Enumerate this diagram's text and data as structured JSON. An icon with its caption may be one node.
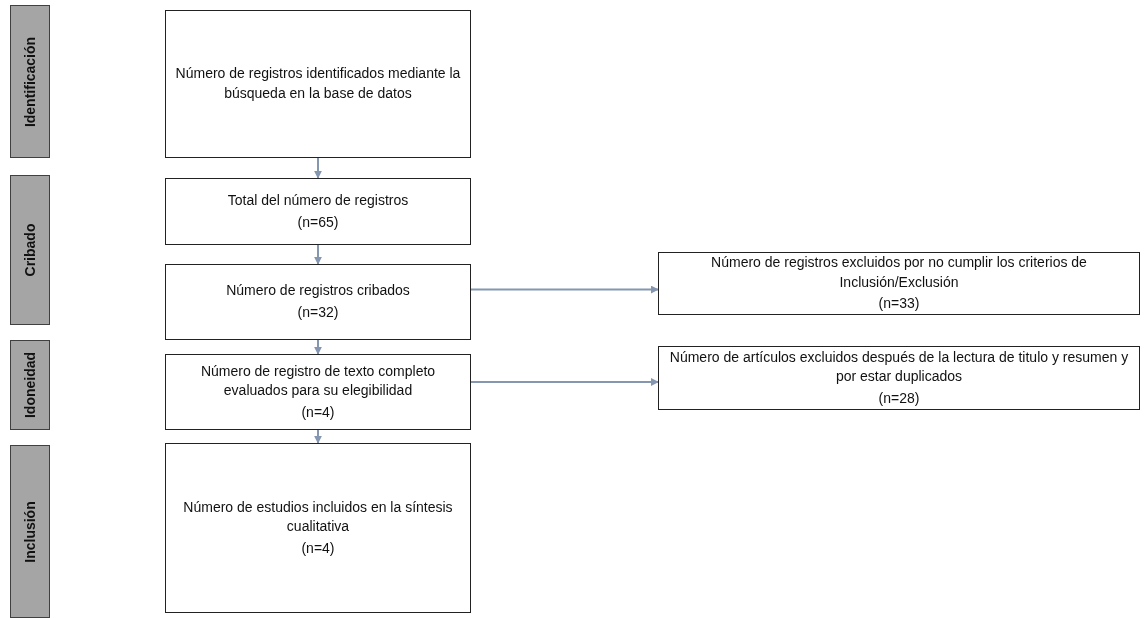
{
  "diagram": {
    "nodes": [
      {
        "text": [
          "Identificación"
        ]
      },
      {
        "text": [
          "Número de registros identificados mediante la búsqueda en la base de datos"
        ]
      },
      {
        "text": [
          "Cribado"
        ]
      },
      {
        "text": [
          "Total del número de registros",
          "(n=65)"
        ]
      },
      {
        "text": [
          "Número de registros cribados",
          "(n=32)"
        ]
      },
      {
        "text": [
          "Número de registros excluidos por no cumplir los criterios de Inclusión/Exclusión",
          "(n=33)"
        ]
      },
      {
        "text": [
          "Idoneidad"
        ]
      },
      {
        "text": [
          "Número de registro de texto completo evaluados para su elegibilidad",
          "(n=4)"
        ]
      },
      {
        "text": [
          "Número de artículos excluidos después de la lectura de titulo y resumen y por estar duplicados",
          "(n=28)"
        ]
      },
      {
        "text": [
          "Inclusión"
        ]
      },
      {
        "text": [
          "Número de estudios incluidos en la síntesis cualitativa",
          "(n=4)"
        ]
      }
    ],
    "edges": [
      {
        "from": 1,
        "to": 3,
        "arrow": "to"
      },
      {
        "from": 3,
        "to": 4,
        "arrow": "to"
      },
      {
        "from": 4,
        "to": 5,
        "arrow": "to"
      },
      {
        "from": 4,
        "to": 7,
        "arrow": "to"
      },
      {
        "from": 7,
        "to": 8,
        "arrow": "to"
      },
      {
        "from": 7,
        "to": 10,
        "arrow": "to"
      }
    ]
  }
}
